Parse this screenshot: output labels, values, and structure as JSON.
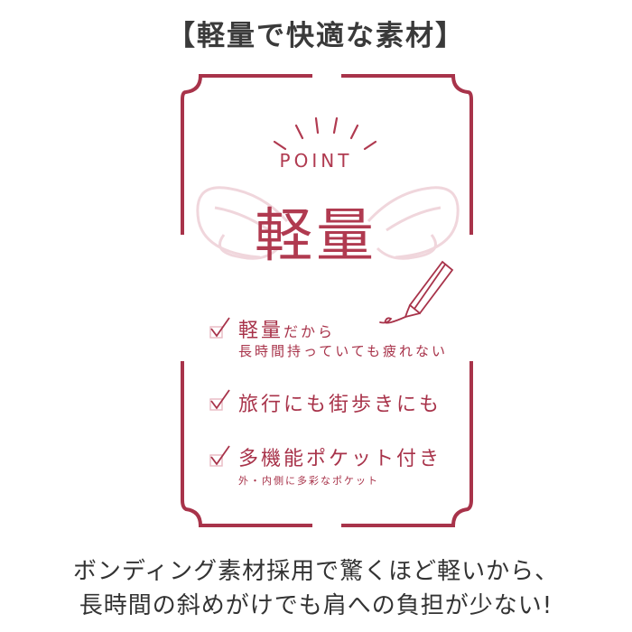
{
  "title": "【軽量で快適な素材】",
  "badge": {
    "label": "POINT",
    "headline": "軽量"
  },
  "features": [
    {
      "main": "軽量",
      "main_small": "だから",
      "sub": "長時間持っていても疲れない"
    },
    {
      "main": "旅行にも街歩きにも"
    },
    {
      "main": "多機能ポケット付き",
      "sub": "外・内側に多彩なポケット"
    }
  ],
  "footer": {
    "line1": "ボンディング素材採用で驚くほど軽いから、",
    "line2": "長時間の斜めがけでも肩への負担が少ない!"
  },
  "colors": {
    "accent": "#a8334a",
    "wing": "#f0d6dc",
    "text": "#333333"
  }
}
